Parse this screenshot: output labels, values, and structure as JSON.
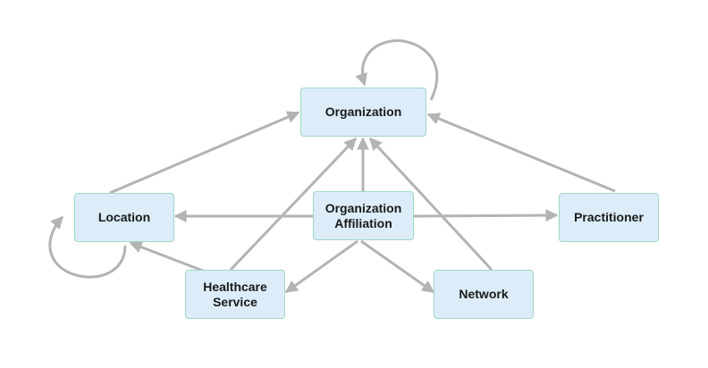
{
  "diagram": {
    "colors": {
      "node_fill": "#dcedf9",
      "node_border": "#9ed8c4",
      "edge": "#b3b3b3",
      "text": "#1a1a1a"
    },
    "nodes": {
      "organization": "Organization",
      "organization_affiliation": "Organization\nAffiliation",
      "location": "Location",
      "practitioner": "Practitioner",
      "healthcare_service": "Healthcare\nService",
      "network": "Network"
    },
    "edges": [
      {
        "from": "organization",
        "to": "organization"
      },
      {
        "from": "location",
        "to": "location"
      },
      {
        "from": "location",
        "to": "organization"
      },
      {
        "from": "practitioner",
        "to": "organization"
      },
      {
        "from": "organization_affiliation",
        "to": "organization"
      },
      {
        "from": "organization_affiliation",
        "to": "location"
      },
      {
        "from": "organization_affiliation",
        "to": "practitioner"
      },
      {
        "from": "organization_affiliation",
        "to": "healthcare_service"
      },
      {
        "from": "organization_affiliation",
        "to": "network"
      },
      {
        "from": "healthcare_service",
        "to": "organization"
      },
      {
        "from": "healthcare_service",
        "to": "location"
      },
      {
        "from": "network",
        "to": "organization"
      }
    ]
  }
}
